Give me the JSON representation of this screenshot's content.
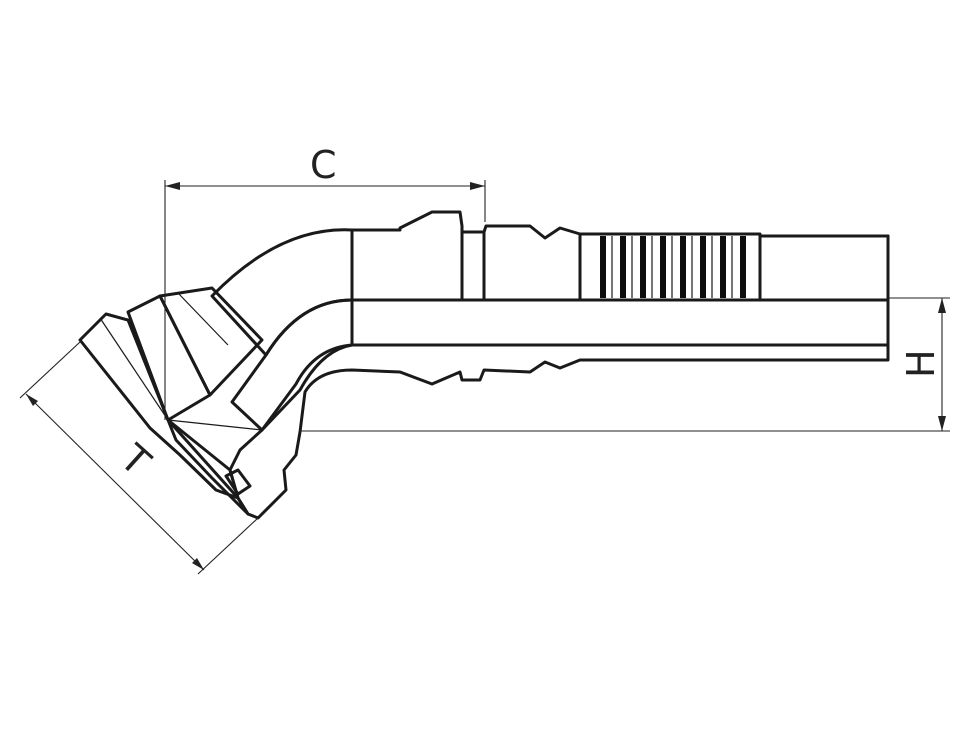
{
  "dimensions": {
    "c_label": "C",
    "h_label": "H",
    "t_label": "T"
  },
  "colors": {
    "background": "#ffffff",
    "line": "#1a1a1a",
    "metal_light": "#ffffff",
    "metal_dark": "#8e959c"
  }
}
